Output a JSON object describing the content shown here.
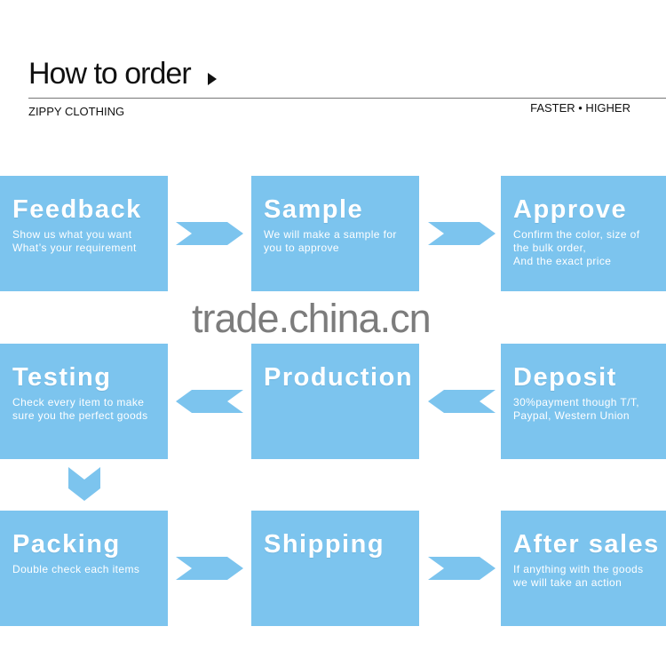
{
  "header": {
    "title": "How to order",
    "subtitle": "ZIPPY CLOTHING",
    "tagline": "FASTER • HIGHER"
  },
  "watermark": "trade.china.cn",
  "colors": {
    "box": "#7cc4ee",
    "text": "#ffffff"
  },
  "steps": [
    {
      "title": "Feedback",
      "desc": "Show us what you want\nWhat’s your requirement"
    },
    {
      "title": "Sample",
      "desc": "We will make a sample for\nyou to approve"
    },
    {
      "title": "Approve",
      "desc": "Confirm the color, size of\nthe bulk order,\nAnd the exact price"
    },
    {
      "title": "Testing",
      "desc": "Check every item to make\nsure you the perfect goods"
    },
    {
      "title": "Production",
      "desc": ""
    },
    {
      "title": "Deposit",
      "desc": "30%payment though T/T,\nPaypal, Western Union"
    },
    {
      "title": "Packing",
      "desc": "Double check each items"
    },
    {
      "title": "Shipping",
      "desc": ""
    },
    {
      "title": "After sales",
      "desc": "If anything with the goods\nwe will take an action"
    }
  ],
  "flow_arrows": [
    "right-arrow-icon",
    "left-arrow-icon",
    "down-arrow-icon"
  ]
}
